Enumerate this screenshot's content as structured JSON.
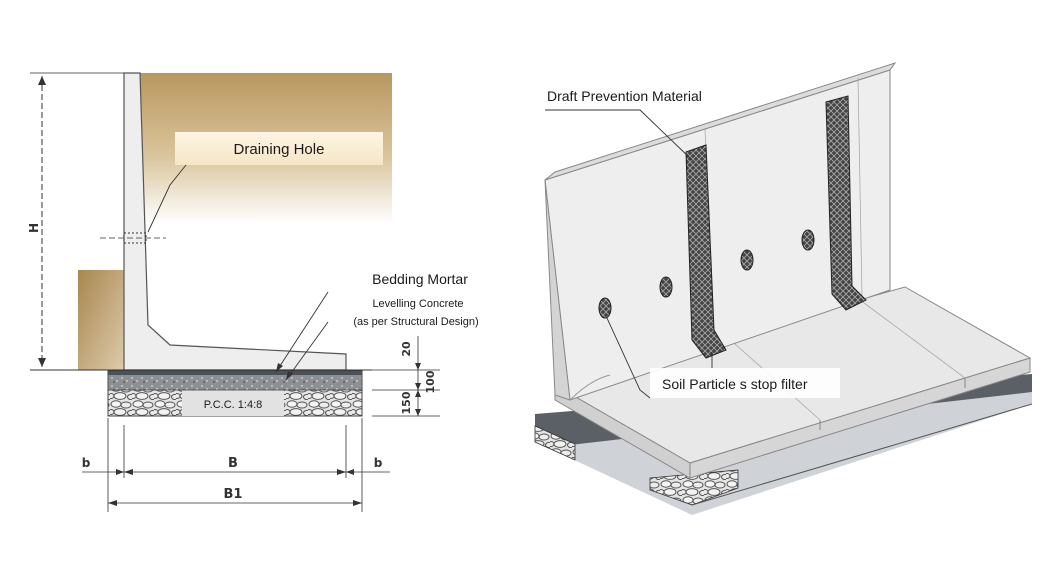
{
  "left_section": {
    "labels": {
      "draining_hole": "Draining Hole",
      "bedding_mortar": "Bedding Mortar",
      "levelling_concrete": "Levelling Concrete",
      "structural_note": "(as per Structural  Design)",
      "pcc": "P.C.C. 1:4:8"
    },
    "dimensions": {
      "height": "H",
      "base": "B",
      "overall_base": "B1",
      "offset_left": "b",
      "offset_right": "b",
      "mortar_thickness": "20",
      "concrete_thickness": "100",
      "pcc_thickness": "150"
    }
  },
  "right_view": {
    "labels": {
      "draft_prevention": "Draft Prevention Material",
      "soil_filter": "Soil Particle s stop filter"
    }
  },
  "colors": {
    "soil": "#c4a873",
    "wall": "#eeeeee",
    "outline": "#555555",
    "mortar": "#6b7078",
    "label_box": "#fbf0da"
  }
}
